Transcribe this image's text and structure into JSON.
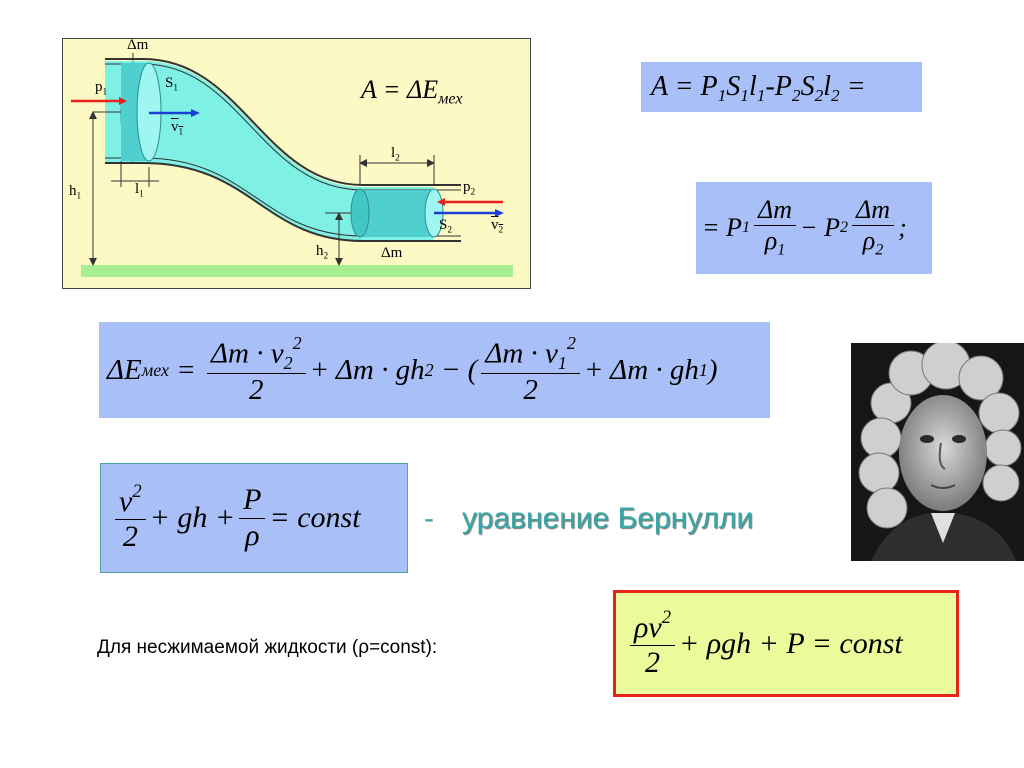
{
  "diagram": {
    "delta_m_top": "Δm",
    "delta_m_bottom": "Δm",
    "p1": "p",
    "p1_sub": "1",
    "s1": "S",
    "s1_sub": "1",
    "v1": "v",
    "v1_sub": "1",
    "l1": "l",
    "l1_sub": "1",
    "h1": "h",
    "h1_sub": "1",
    "l2": "l",
    "l2_sub": "2",
    "p2": "p",
    "p2_sub": "2",
    "s2": "S",
    "s2_sub": "2",
    "v2": "v",
    "v2_sub": "2",
    "h2": "h",
    "h2_sub": "2",
    "formula": "A = ΔE",
    "formula_sub": "мех",
    "fluid_color": "#7ff0e4",
    "background_color": "#fdf9c5",
    "ground_color": "#a6ee8f"
  },
  "eq_work": {
    "text": "A = P",
    "s1": "S",
    "l1": "l",
    "minus_p2": "-P",
    "s2": "S",
    "l2": "l",
    "equals": " =",
    "sub1": "1",
    "sub2": "2"
  },
  "eq_pressure": {
    "lead": "= P",
    "p1_sub": "1",
    "num": "Δm",
    "den1": "ρ",
    "den1_sub": "1",
    "minus": "− P",
    "p2_sub": "2",
    "den2": "ρ",
    "den2_sub": "2",
    "tail": ";"
  },
  "eq_energy": {
    "lhs": "ΔE",
    "lhs_sub": "мех",
    "num1": "Δm · v",
    "num1_sub": "2",
    "num1_sup": "2",
    "den": "2",
    "mid": "+ Δm · gh",
    "mid_sub": "2",
    "minus_open": "− (",
    "num2": "Δm · v",
    "num2_sub": "1",
    "num2_sup": "2",
    "end": "+ Δm · gh",
    "end_sub": "1",
    "close": ")"
  },
  "bernoulli": {
    "num_v": "v",
    "sup2": "2",
    "den2": "2",
    "gh": "+ gh +",
    "num_p": "P",
    "den_rho": "ρ",
    "rhs": "= const",
    "dash": "-",
    "caption": "уравнение Бернулли",
    "caption_color": "#3aa6a6"
  },
  "incompressible": {
    "label": "Для несжимаемой жидкости (ρ=const):",
    "num": "ρv",
    "sup2": "2",
    "den": "2",
    "rest": "+ ρgh + P = const",
    "box_color": "#eafb9b",
    "border_color": "#e8211a"
  },
  "portrait": {
    "alt": "portrait"
  }
}
